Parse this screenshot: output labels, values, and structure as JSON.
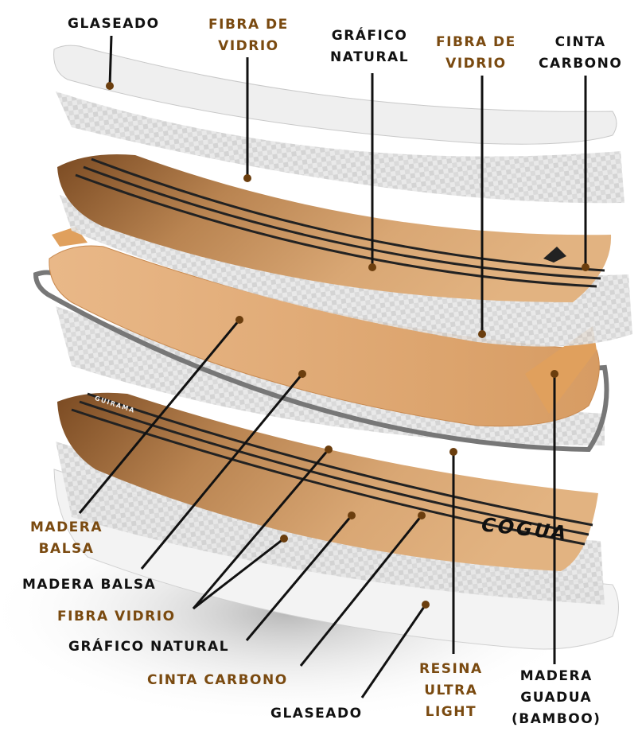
{
  "colors": {
    "label_dark": "#111111",
    "label_brown": "#7a4a10",
    "dot": "#6b3e0e",
    "wood": "#d9a774",
    "dark_wood": "#8a5a2c"
  },
  "board_logo": "COGUA",
  "board_model": "GUIRAMA",
  "labels": {
    "top_glaseado": "GLASEADO",
    "top_fibra_1": [
      "FIBRA DE",
      "VIDRIO"
    ],
    "top_grafico": [
      "GRÁFICO",
      "NATURAL"
    ],
    "top_fibra_2": [
      "FIBRA DE",
      "VIDRIO"
    ],
    "top_cinta": [
      "CINTA",
      "CARBONO"
    ],
    "left_madera_balsa_1": [
      "MADERA",
      "BALSA"
    ],
    "left_madera_balsa_2": "MADERA BALSA",
    "left_fibra_vidrio": "FIBRA VIDRIO",
    "left_grafico_natural": "GRÁFICO NATURAL",
    "left_cinta_carbono": "CINTA CARBONO",
    "bottom_glaseado": "GLASEADO",
    "bottom_resina": [
      "RESINA",
      "ULTRA",
      "LIGHT"
    ],
    "bottom_madera_guadua": [
      "MADERA",
      "GUADUA",
      "(BAMBOO)"
    ]
  }
}
